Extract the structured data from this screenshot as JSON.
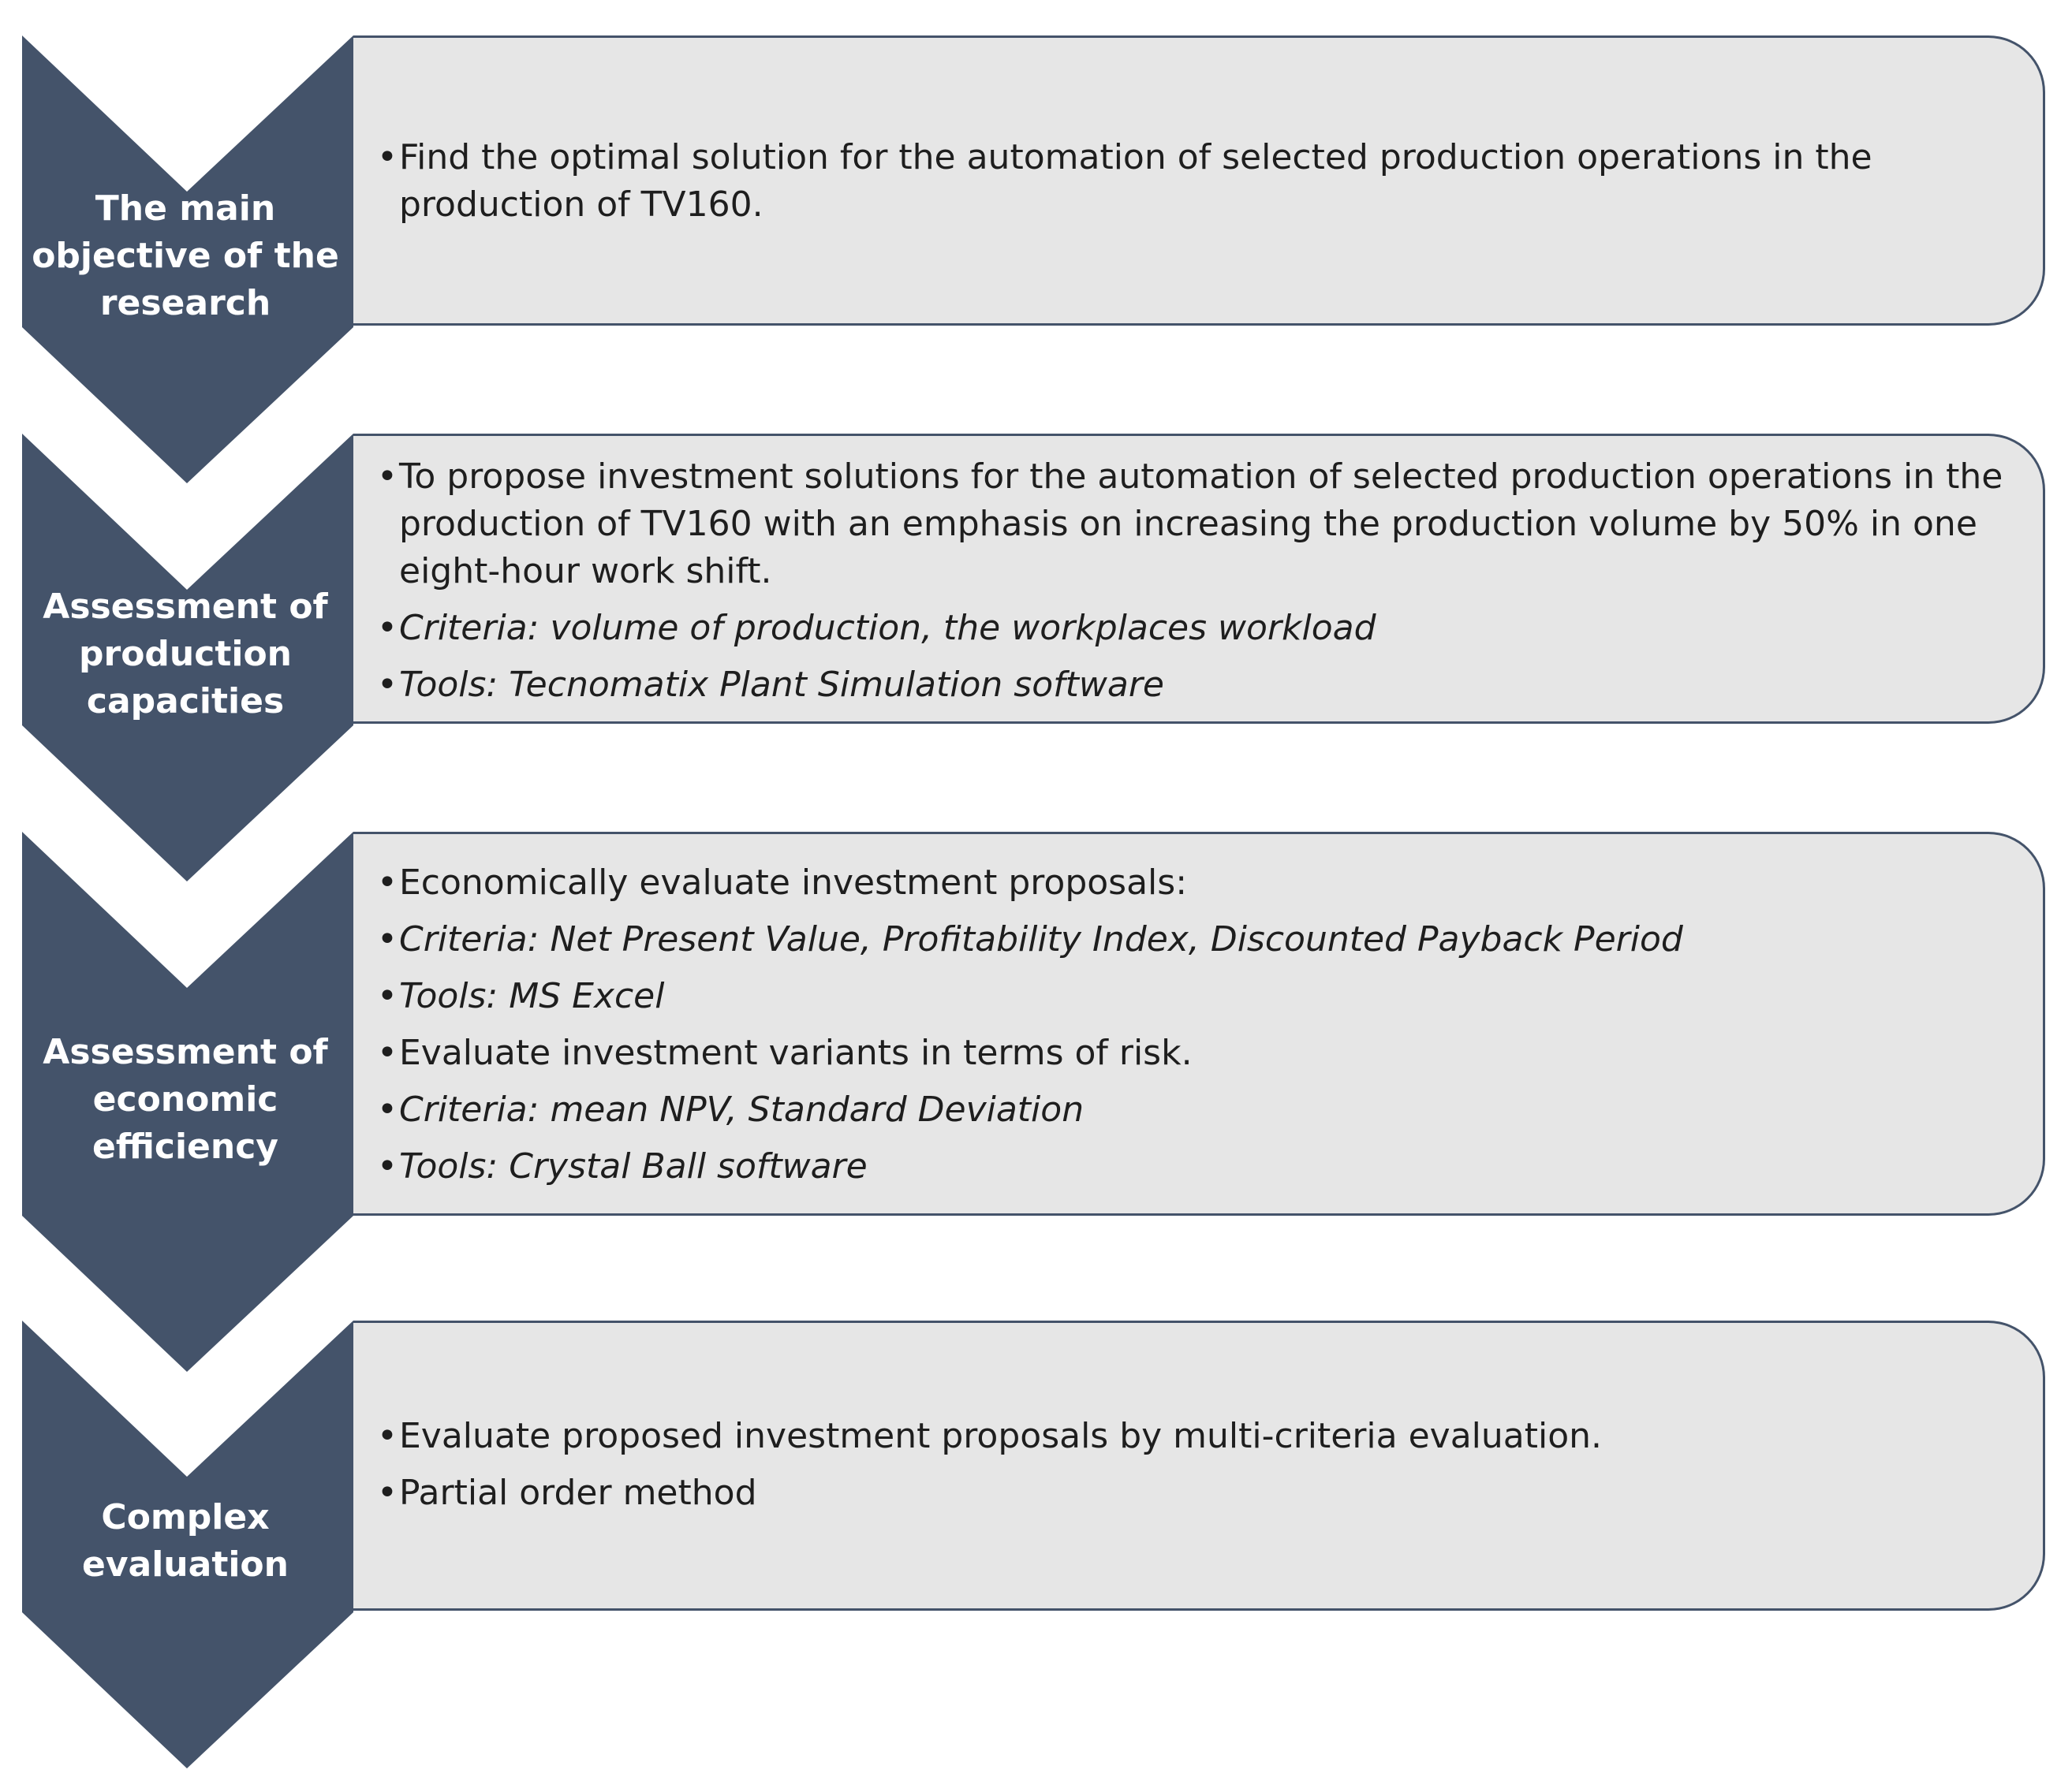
{
  "steps": [
    {
      "label_lines": [
        "The main",
        "objective of the",
        "research"
      ],
      "bullets": [
        {
          "text": "Find the optimal solution for the automation of selected production operations in the production of TV160.",
          "italic": false
        }
      ]
    },
    {
      "label_lines": [
        "Assessment of",
        "production",
        "capacities"
      ],
      "bullets": [
        {
          "text": "To propose investment solutions for the automation of selected production operations in the production of TV160 with an emphasis on increasing the production volume by 50% in one eight-hour work shift.",
          "italic": false
        },
        {
          "text": "Criteria: volume of production, the workplaces workload",
          "italic": true
        },
        {
          "text": "Tools: Tecnomatix Plant Simulation software",
          "italic": true
        }
      ]
    },
    {
      "label_lines": [
        "Assessment of",
        "economic",
        "efficiency"
      ],
      "bullets": [
        {
          "text": "Economically evaluate investment proposals:",
          "italic": false
        },
        {
          "text": "Criteria: Net Present Value, Profitability Index, Discounted Payback Period",
          "italic": true
        },
        {
          "text": "Tools: MS Excel",
          "italic": true
        },
        {
          "text": "Evaluate investment variants in terms of risk.",
          "italic": false
        },
        {
          "text": "Criteria: mean NPV, Standard Deviation",
          "italic": true
        },
        {
          "text": "Tools: Crystal Ball software",
          "italic": true
        }
      ]
    },
    {
      "label_lines": [
        "Complex",
        "evaluation"
      ],
      "bullets": [
        {
          "text": "Evaluate proposed investment proposals by multi-criteria evaluation.",
          "italic": false
        },
        {
          "text": "Partial order method",
          "italic": false
        }
      ]
    }
  ],
  "colors": {
    "chevron": "#44536a",
    "box_fill": "#e6e6e6",
    "label_text": "#ffffff",
    "body_text": "#1e1e1e"
  },
  "bullet_char": "•"
}
